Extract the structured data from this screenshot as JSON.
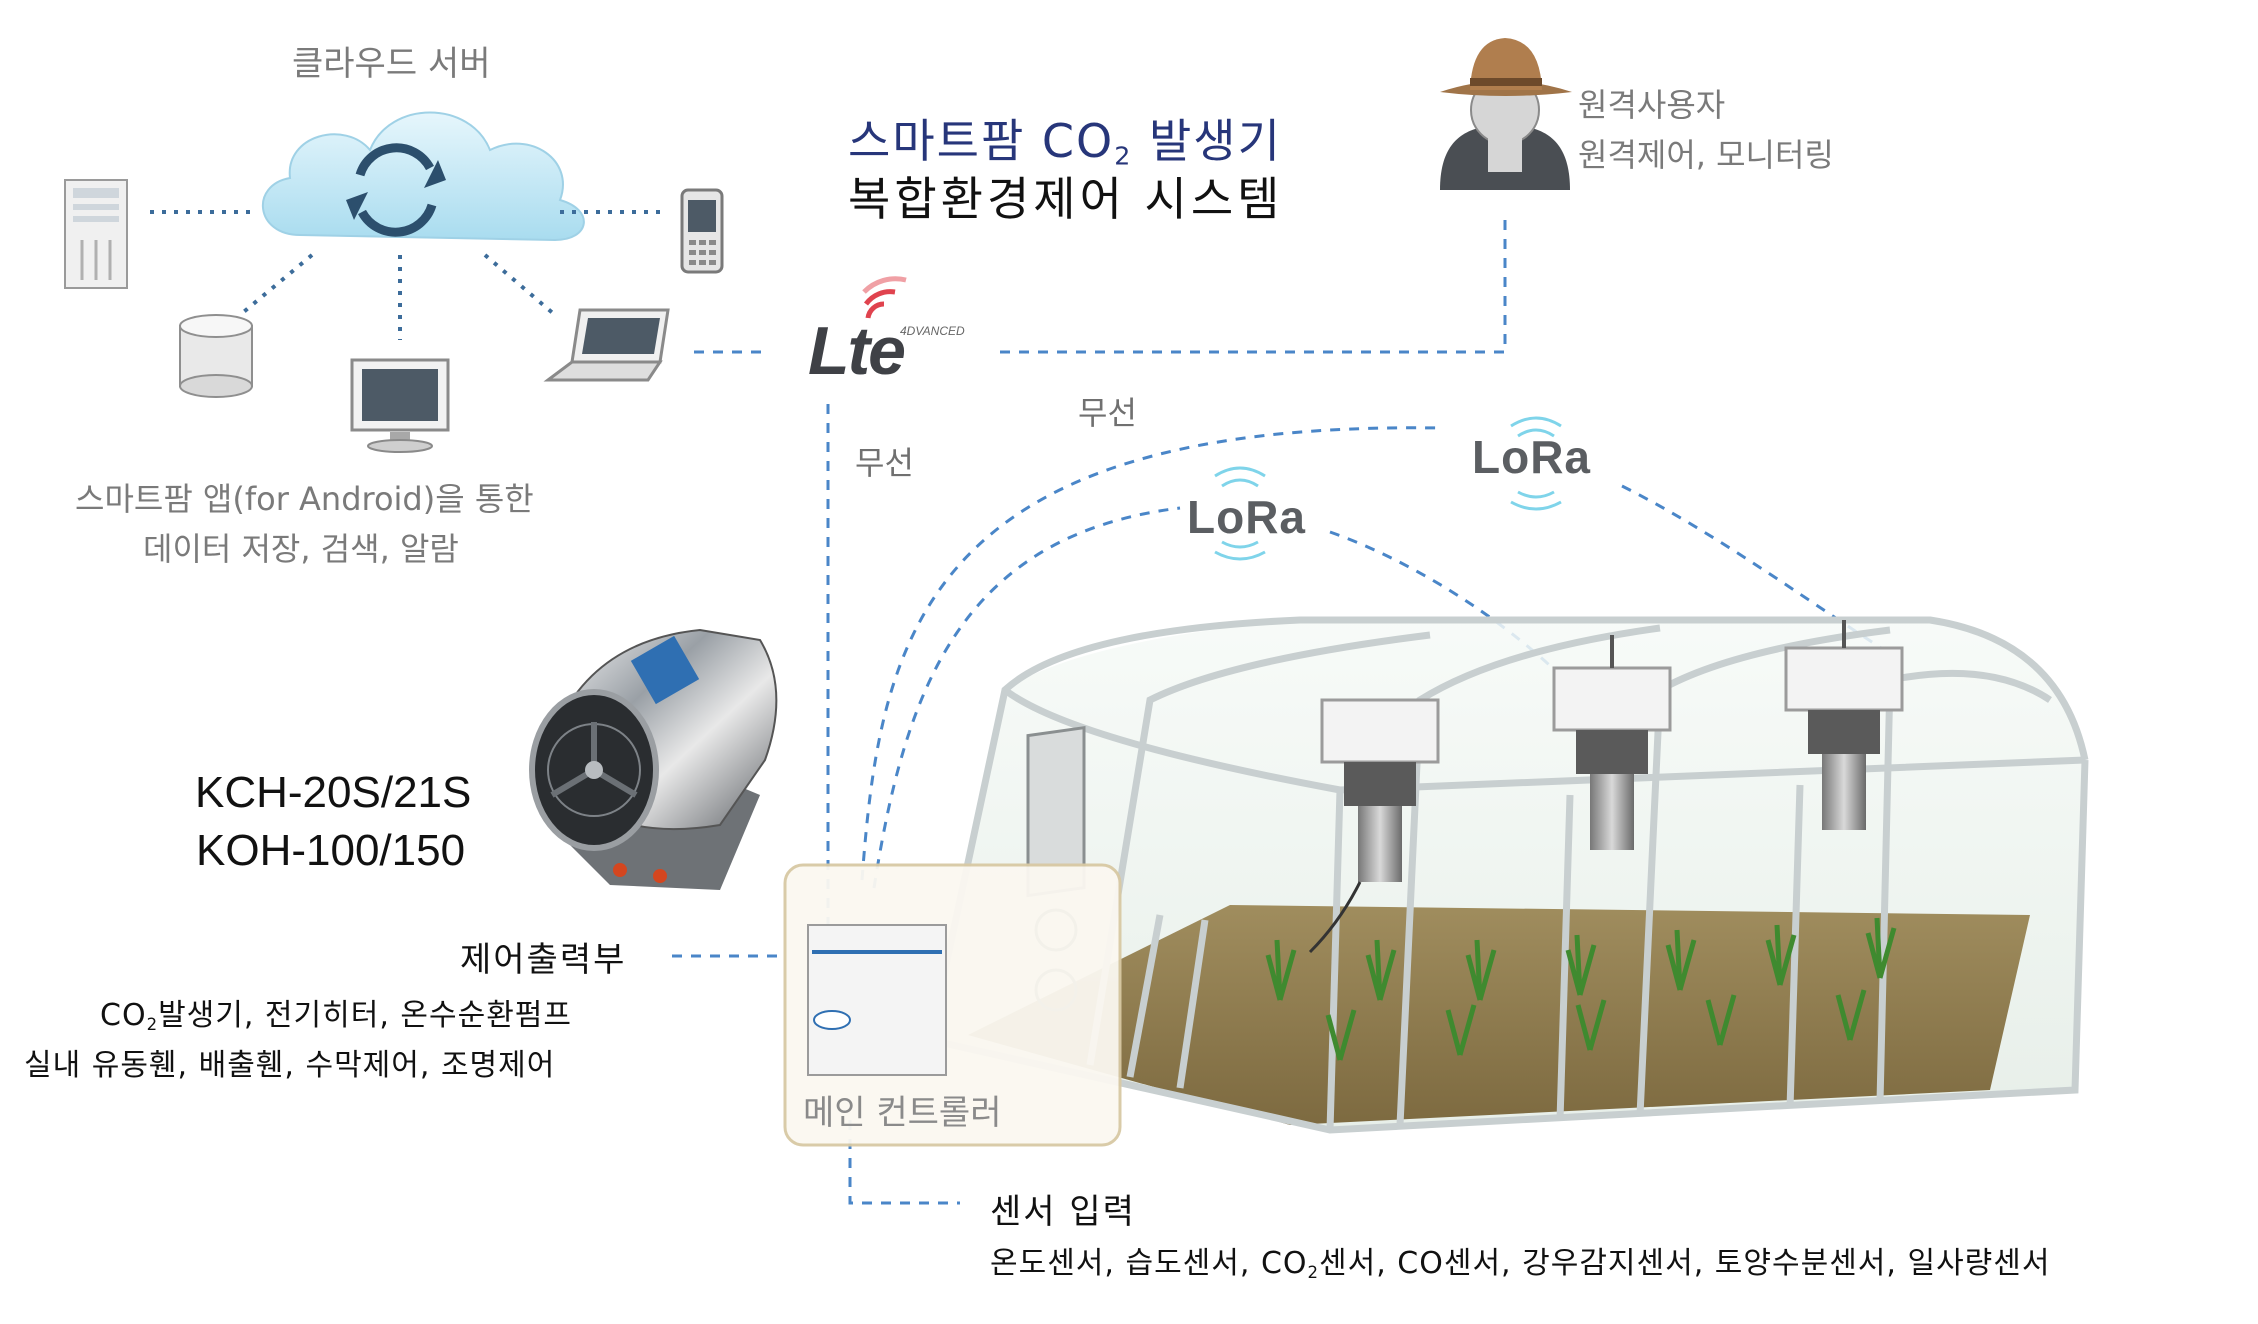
{
  "cloud": {
    "label": "클라우드 서버",
    "caption_line1": "스마트팜 앱(for Android)을 통한",
    "caption_line2": "데이터 저장, 검색, 알람"
  },
  "title": {
    "line1_prefix": "스마트팜 CO",
    "line1_sub": "2",
    "line1_suffix": " 발생기",
    "line2": "복합환경제어 시스템"
  },
  "remote_user": {
    "line1": "원격사용자",
    "line2": "원격제어, 모니터링"
  },
  "network": {
    "lte_logo": "Lte",
    "lte_badge": "4DVANCED",
    "wireless_label_1": "무선",
    "wireless_label_2": "무선",
    "lora_logo_1": "LoRa",
    "lora_logo_2": "LoRa"
  },
  "heater": {
    "model_line1": "KCH-20S/21S",
    "model_line2": "KOH-100/150"
  },
  "control_output": {
    "title": "제어출력부",
    "line1_prefix": "CO",
    "line1_sub": "2",
    "line1_suffix": "발생기, 전기히터, 온수순환펌프",
    "line2": "실내 유동휀, 배출휀, 수막제어, 조명제어"
  },
  "controller": {
    "label": "메인 컨트롤러"
  },
  "sensor_input": {
    "title": "센서 입력",
    "list_prefix": "온도센서, 습도센서, CO",
    "list_sub": "2",
    "list_suffix": "센서, CO센서, 강우감지센서, 토양수분센서, 일사량센서"
  },
  "colors": {
    "wire_blue": "#4a86c8",
    "cloud_blue": "#bfe6f5",
    "title_navy": "#27367a",
    "greenhouse_soil": "#8e7a4e"
  }
}
